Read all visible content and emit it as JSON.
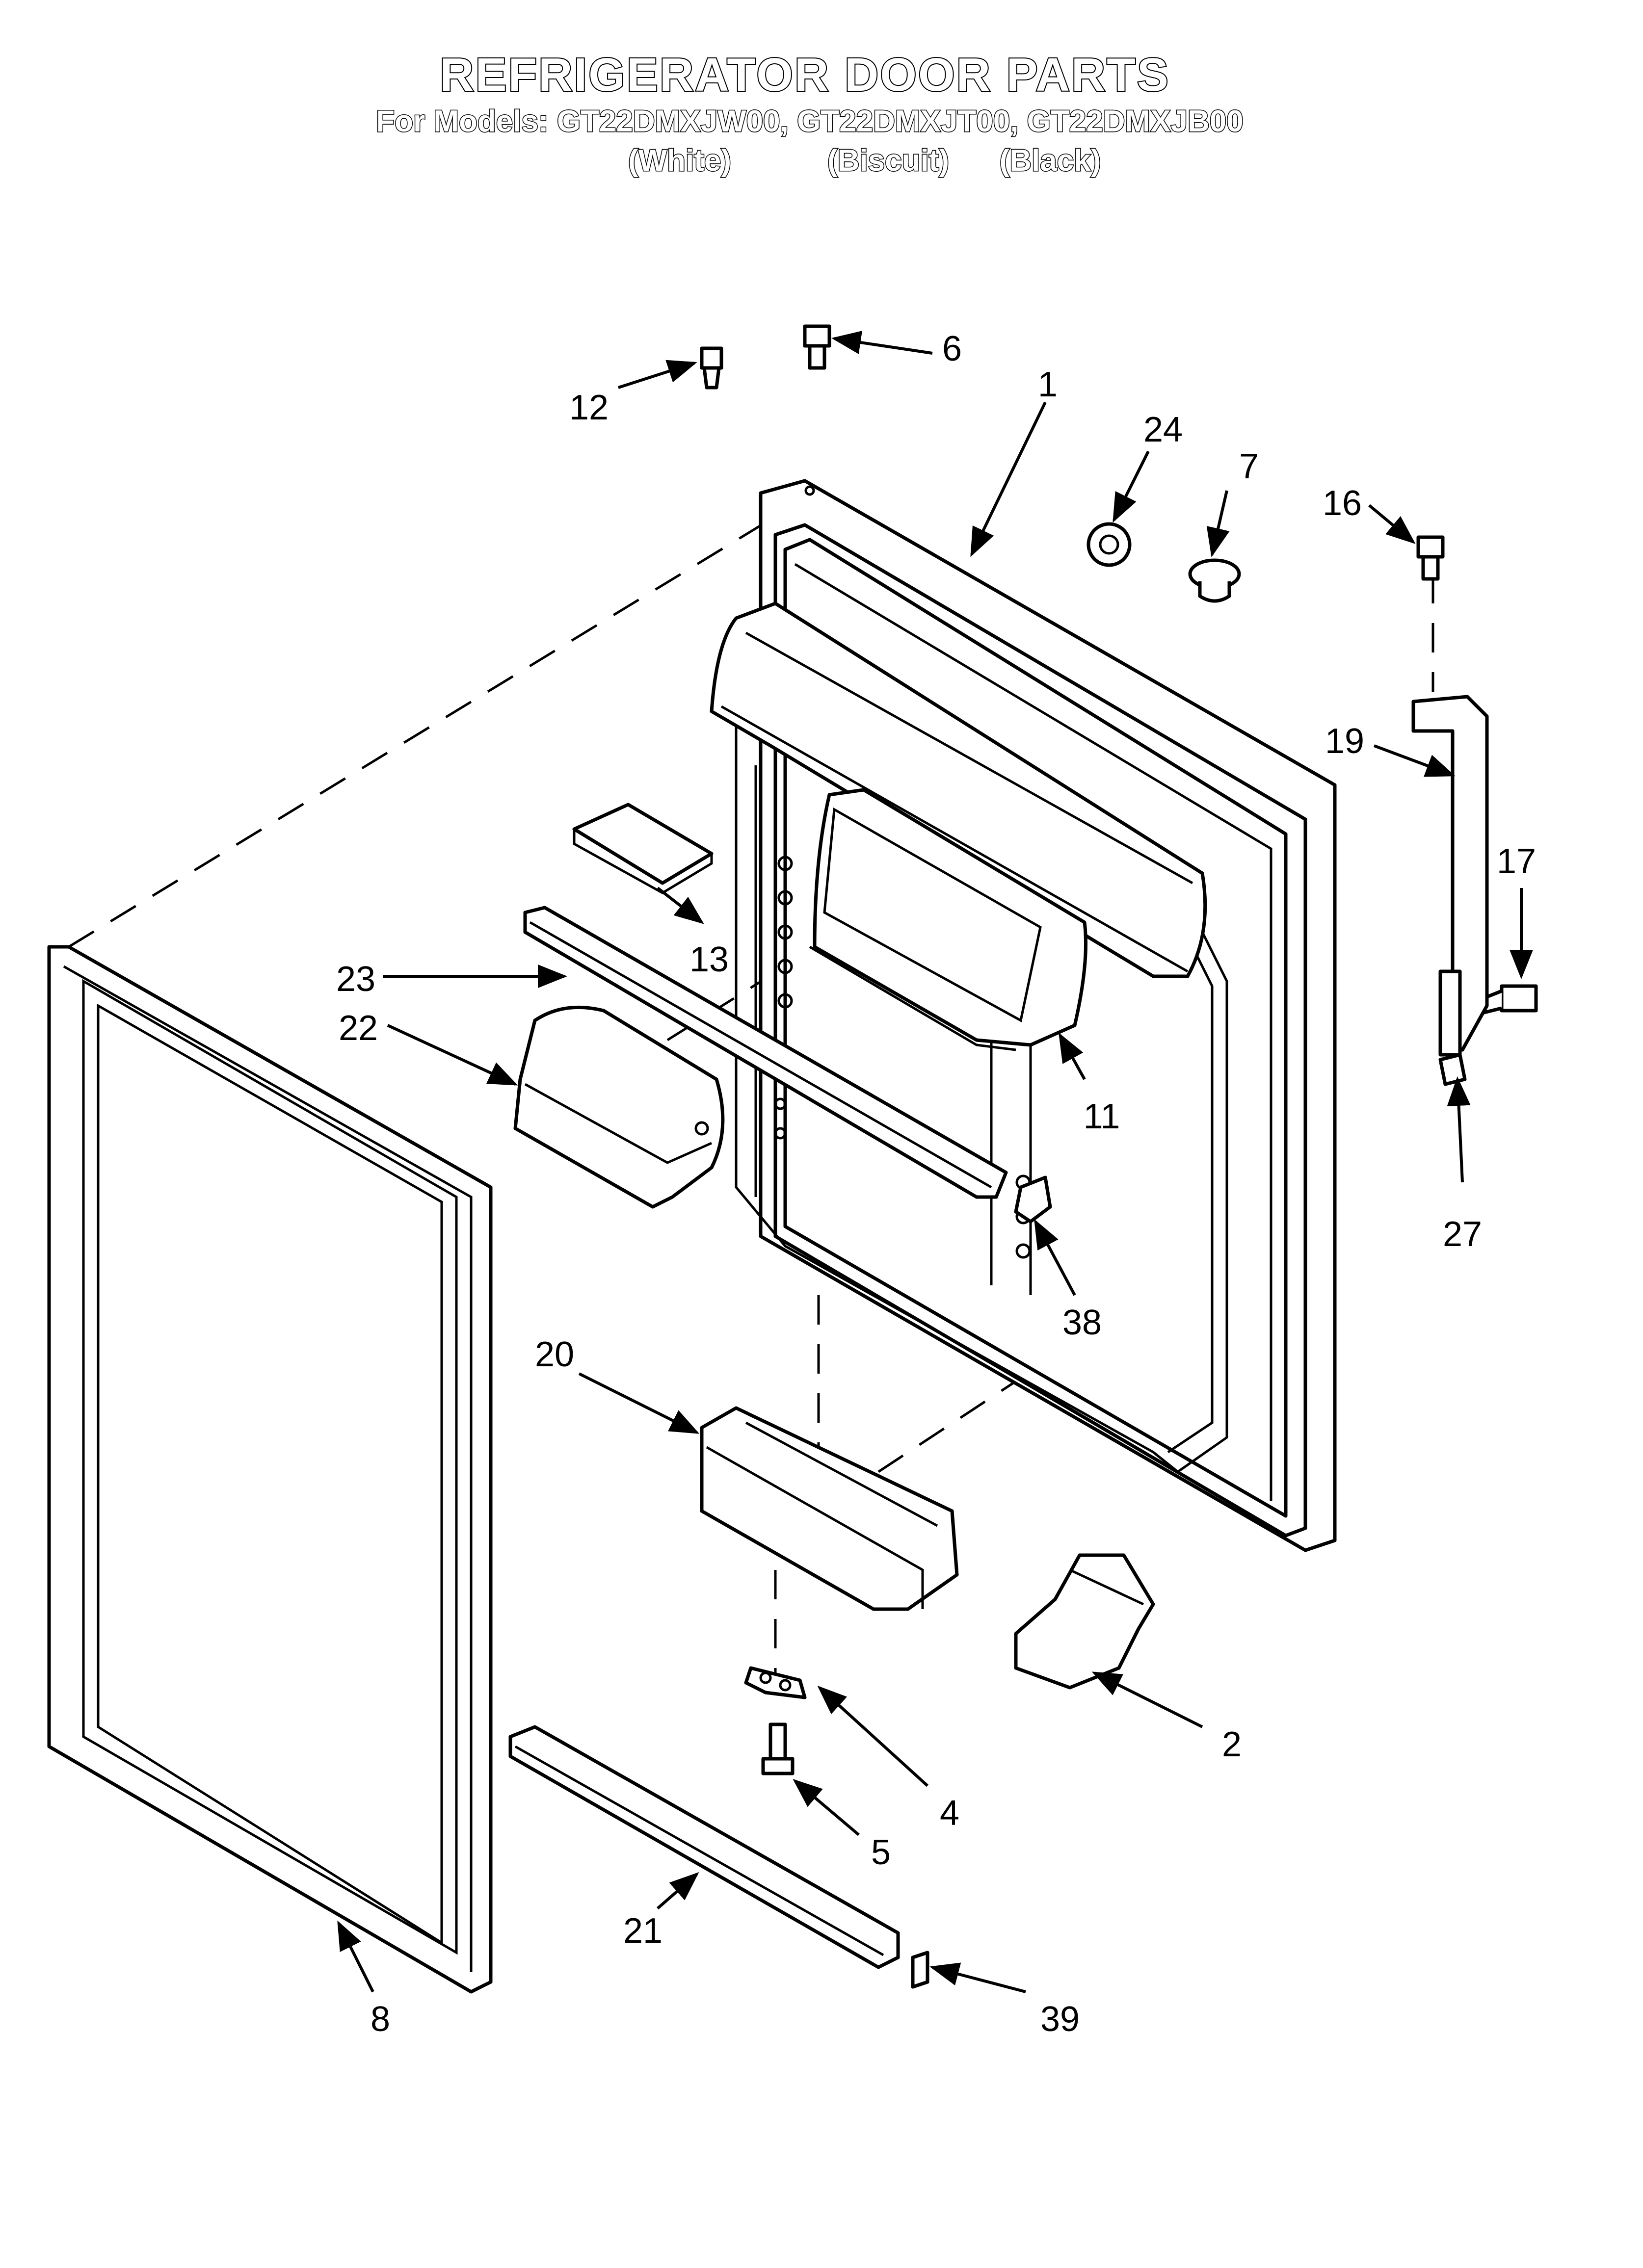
{
  "header": {
    "title": "REFRIGERATOR DOOR PARTS",
    "models": "For Models: GT22DMXJW00, GT22DMXJT00, GT22DMXJB00",
    "colors": [
      "(White)",
      "(Biscuit)",
      "(Black)"
    ]
  },
  "callouts": {
    "p1": "1",
    "p2": "2",
    "p4": "4",
    "p5": "5",
    "p6": "6",
    "p7": "7",
    "p8": "8",
    "p11": "11",
    "p12": "12",
    "p13": "13",
    "p16": "16",
    "p17": "17",
    "p19": "19",
    "p20": "20",
    "p21": "21",
    "p22": "22",
    "p23": "23",
    "p24": "24",
    "p27": "27",
    "p38": "38",
    "p39": "39"
  },
  "colors": {
    "ink": "#000000",
    "paper": "#ffffff"
  }
}
